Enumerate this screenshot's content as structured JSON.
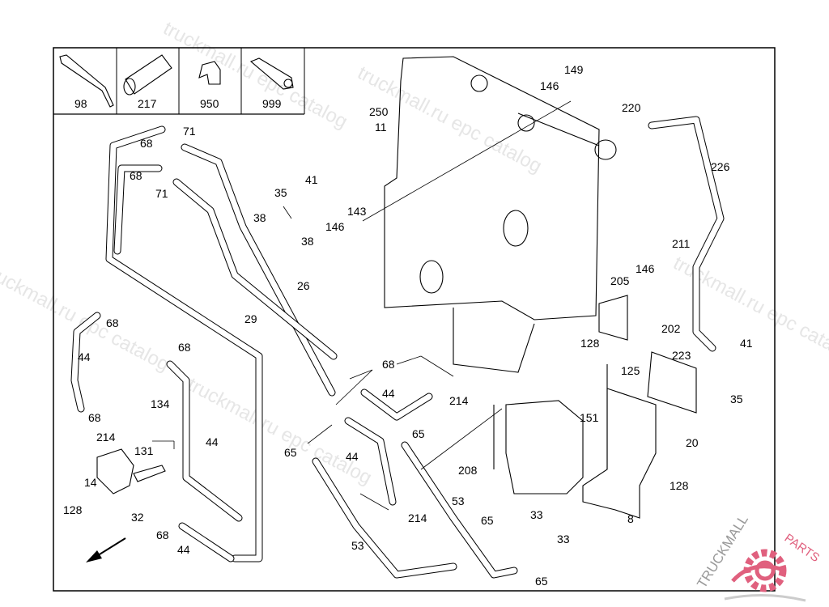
{
  "legend_boxes": [
    {
      "number": "98",
      "icon": "cable-tie"
    },
    {
      "number": "217",
      "icon": "corrugated-sleeve"
    },
    {
      "number": "950",
      "icon": "angle-connector"
    },
    {
      "number": "999",
      "icon": "protective-sleeve"
    }
  ],
  "callouts": {
    "c250": "250",
    "c11": "11",
    "c149": "149",
    "c146a": "146",
    "c220": "220",
    "c226": "226",
    "c71a": "71",
    "c68a": "68",
    "c68b": "68",
    "c71b": "71",
    "c41a": "41",
    "c35a": "35",
    "c38a": "38",
    "c143": "143",
    "c146b": "146",
    "c38b": "38",
    "c26": "26",
    "c29": "29",
    "c211": "211",
    "c146c": "146",
    "c205": "205",
    "c202": "202",
    "c128a": "128",
    "c68c": "68",
    "c44a": "44",
    "c68d": "68",
    "c68e": "68",
    "c44b": "44",
    "c214a": "214",
    "c223": "223",
    "c125": "125",
    "c41b": "41",
    "c35b": "35",
    "c134": "134",
    "c68f": "68",
    "c214b": "214",
    "c44c": "44",
    "c65a": "65",
    "c65b": "65",
    "c44d": "44",
    "c151": "151",
    "c20": "20",
    "c131": "131",
    "c14": "14",
    "c208": "208",
    "c128b": "128",
    "c53a": "53",
    "c214c": "214",
    "c128c": "128",
    "c32": "32",
    "c65c": "65",
    "c33a": "33",
    "c8": "8",
    "c68g": "68",
    "c44e": "44",
    "c53b": "53",
    "c33b": "33",
    "c65d": "65"
  },
  "watermark": {
    "text": "truckmall.ru epc catalog"
  },
  "logo": {
    "text_left": "TRUCKMALL",
    "text_right": "PARTS",
    "gear_color": "#e0607e",
    "text_left_color": "#999999"
  }
}
